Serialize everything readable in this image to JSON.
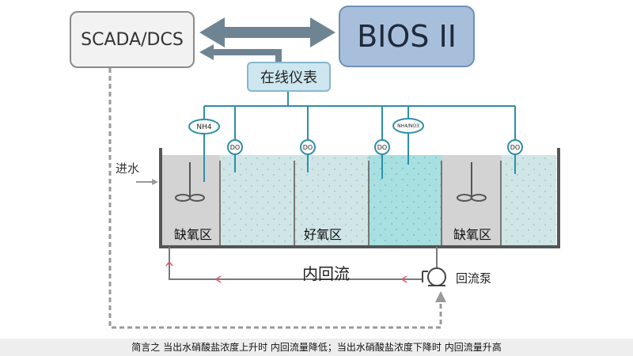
{
  "boxes": {
    "scada": "SCADA/DCS",
    "bios": "BIOS II",
    "meter": "在线仪表"
  },
  "sensors": {
    "nh4": "NH4",
    "nh4no3": "NH4/NO3",
    "do": "DO"
  },
  "labels": {
    "inlet": "进水",
    "anoxic_1": "缺氧区",
    "aerobic": "好氧区",
    "anoxic_2": "缺氧区",
    "internal_recycle": "内回流",
    "recycle_pump": "回流泵"
  },
  "caption": "简言之  当出水硝酸盐浓度上升时  内回流量降低；当出水硝酸盐浓度下降时  内回流量升高",
  "colors": {
    "arrow": "#6f8493",
    "probe_line": "#2e8fa8",
    "tank_wall": "#555555",
    "recycle_pipe": "#7a7a7a",
    "recycle_arrow": "#e05a6a"
  }
}
